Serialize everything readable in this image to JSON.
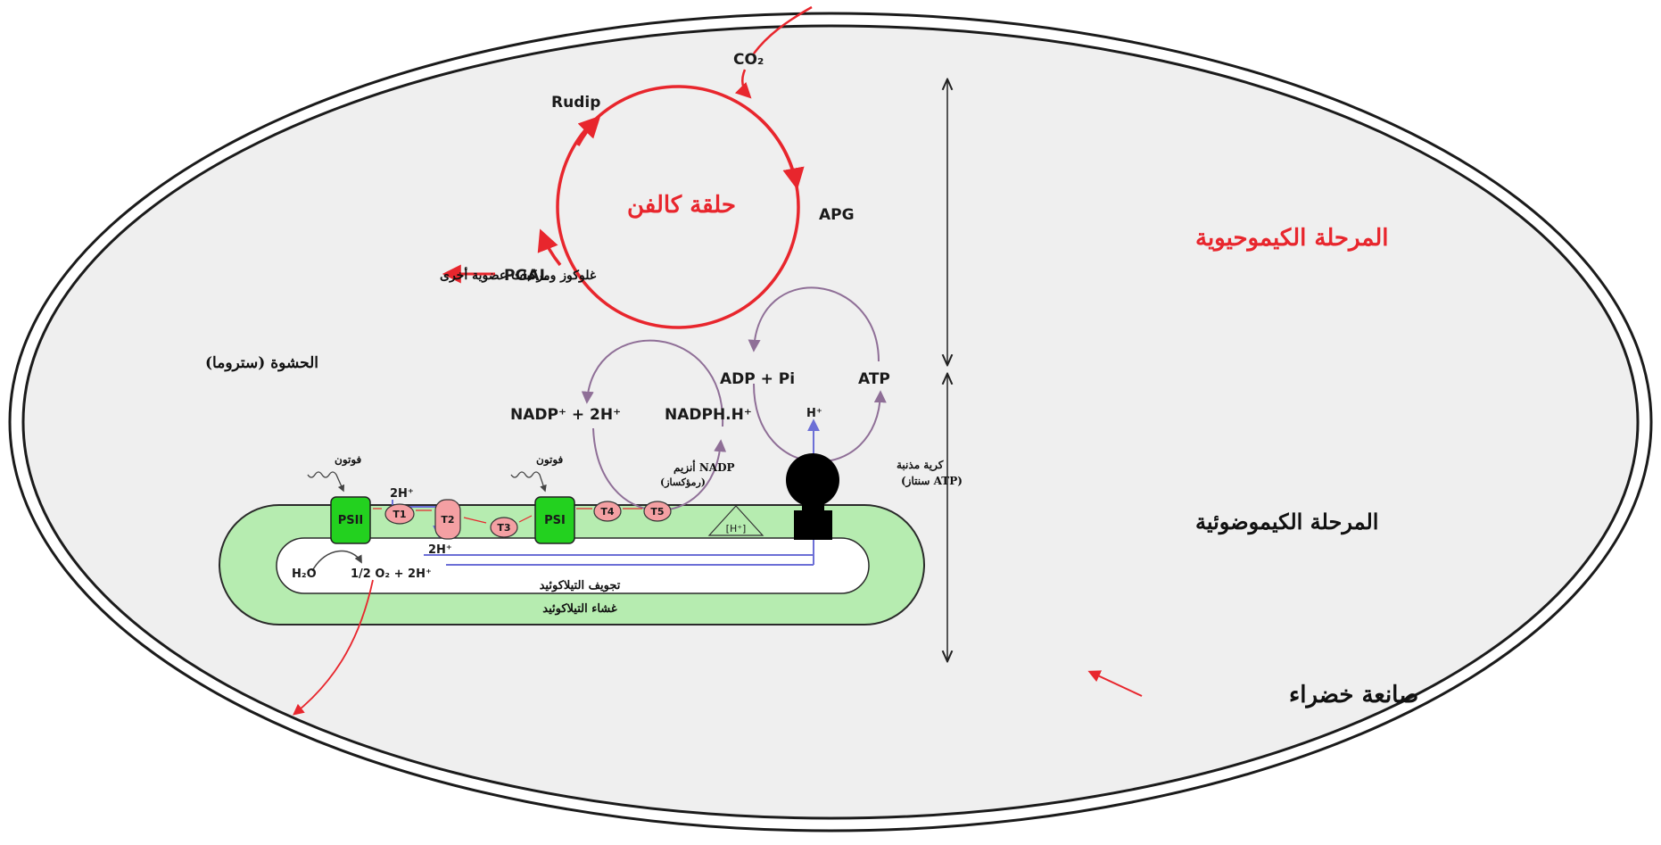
{
  "colors": {
    "calvin_cycle": "#e8262d",
    "membrane_green": "#b6ecb0",
    "photosystem_green": "#23d11f",
    "carrier_pink": "#f4a0a3",
    "proton_line_blue": "#6c6fd6",
    "nadp_arc_purple": "#8f6f97",
    "stroma_gray": "#efefef",
    "atp_synthase": "#000000"
  },
  "stroma": {
    "label": "الحشوة (ستروما)"
  },
  "chloroplast": {
    "label": "صانعة خضراء"
  },
  "phases": {
    "biochemical": "المرحلة الكيموحيوية",
    "photochemical": "المرحلة الكيموضوئية"
  },
  "calvin": {
    "title": "حلقة كالفن",
    "co2": "CO₂",
    "rudip": "Rudip",
    "apg": "APG",
    "pgal": "PGAL",
    "products": "غلوكوز ومركبات عضوية أخرى"
  },
  "light": {
    "adp_pi": "ADP + Pi",
    "atp": "ATP",
    "nadp_plus": "NADP⁺ + 2H⁺",
    "nadph": "NADPH.H⁺",
    "h_plus": "H⁺",
    "enzyme_nadp": "NADP أنزيم",
    "enzyme_nadp_name": "(رمؤكساز)",
    "atp_synthase_line1": "كرية مذنبة",
    "atp_synthase_line2": "(ATP سنتاز)",
    "photon_1": "فوتون",
    "photon_2": "فوتون",
    "psii": "PSII",
    "psi": "PSI",
    "t1": "T1",
    "t2": "T2",
    "t3": "T3",
    "t4": "T4",
    "t5": "T5",
    "h2plus_top": "2H⁺",
    "h2plus_bottom": "2H⁺",
    "h_in_triangle": "[H⁺]",
    "h2o": "H₂O",
    "o2": "1/2 O₂ + 2H⁺",
    "lumen": "تجويف التيلاكوئيد",
    "membrane": "غشاء التيلاكوئيد"
  }
}
